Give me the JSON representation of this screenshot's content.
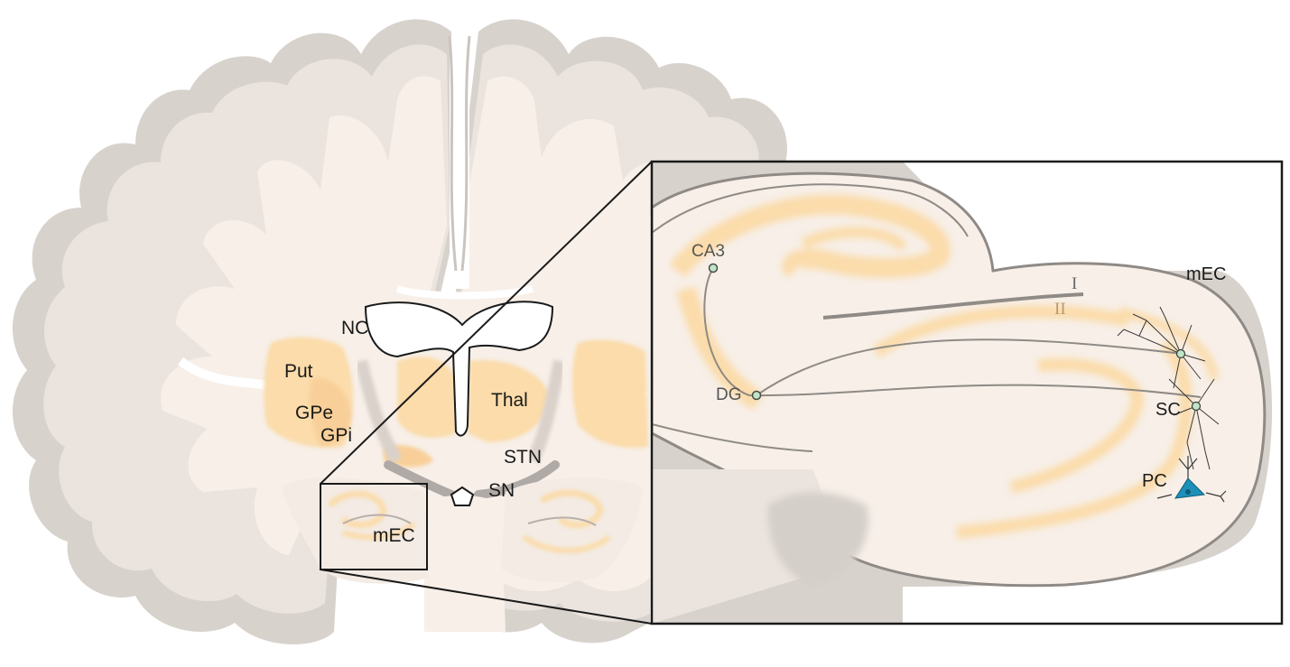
{
  "colors": {
    "background": "#ffffff",
    "cortex_outer": "#d8d2cd",
    "cortex_inner": "#ebe4de",
    "white_matter": "#f7efe8",
    "nucleus_orange": "#fbdcaa",
    "ventricle": "#ffffff",
    "outline": "#1a1a1a",
    "cell_green": "#bfe6c8",
    "pyramidal_blue": "#1e8fb8"
  },
  "labels": {
    "nc": "NC",
    "put": "Put",
    "gpe": "GPe",
    "gpi": "GPi",
    "thal": "Thal",
    "stn": "STN",
    "sn": "SN",
    "mec_small": "mEC"
  },
  "inset": {
    "mec": "mEC",
    "ca3": "CA3",
    "dg": "DG",
    "layer1": "I",
    "layer2": "II",
    "sc": "SC",
    "pc": "PC"
  }
}
